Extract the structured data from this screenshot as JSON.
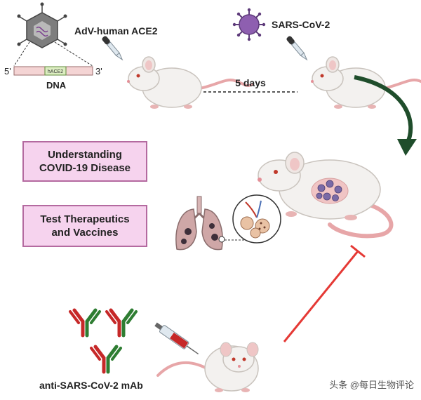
{
  "labels": {
    "adv_vector": "AdV-human ACE2",
    "virus": "SARS-CoV-2",
    "delay": "5 days",
    "dna": "DNA",
    "five_prime": "5'",
    "three_prime": "3'",
    "gene": "hACE2",
    "antibody": "anti-SARS-CoV-2 mAb",
    "watermark": "头条 @每日生物评论"
  },
  "boxes": {
    "understanding": {
      "line1": "Understanding",
      "line2": "COVID-19 Disease"
    },
    "therapeutics": {
      "line1": "Test Therapeutics",
      "line2": "and Vaccines"
    }
  },
  "colors": {
    "box_fill": "#f6d3ee",
    "box_border": "#b46aa0",
    "virus": "#8e5fb0",
    "arrow_green": "#1f4d2b",
    "inhibit_red": "#e53935",
    "antibody_red": "#c62828",
    "antibody_green": "#2e7d32",
    "mouse_body": "#f3f1ef",
    "mouse_tail": "#e7a6a8"
  }
}
